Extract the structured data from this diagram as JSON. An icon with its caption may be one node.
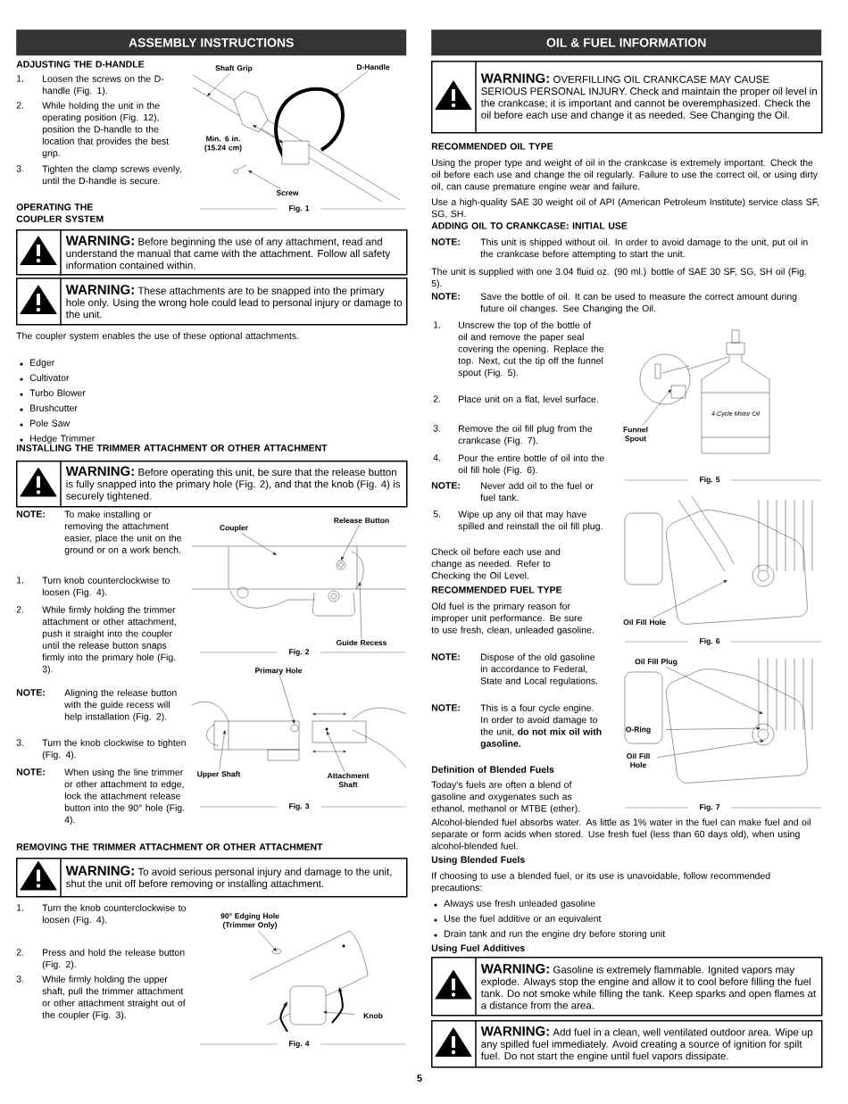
{
  "diagram": {
    "nodes": [
      {
        "text": [
          "ASSEMBLY INSTRUCTIONS"
        ]
      },
      {
        "text": [
          "Shaft Grip"
        ]
      },
      {
        "text": [
          "D-Handle"
        ]
      },
      {
        "text": [
          "Screw"
        ]
      },
      {
        "text": [
          "WARNING:",
          "Before beginning the use of any attachment, read and understand the manual that came with the attachment. Follow all safety information contained within."
        ]
      },
      {
        "text": [
          "WARNING:",
          "These attachments are to be snapped into the primary hole only. Using the wrong hole could lead to personal injury or damage to the unit."
        ]
      },
      {
        "text": [
          "WARNING:",
          "Before operating this unit, be sure that the release button is fully snapped into the primary hole (Fig. 2), and that the knob (Fig. 4) is securely tightened."
        ]
      },
      {
        "text": [
          "Coupler"
        ]
      },
      {
        "text": [
          "Release Button"
        ]
      },
      {
        "text": [
          "Guide Recess"
        ]
      },
      {
        "text": [
          "Primary Hole"
        ]
      },
      {
        "text": [
          "Upper Shaft"
        ]
      },
      {
        "text": [
          "Attachment Shaft"
        ]
      },
      {
        "text": [
          "WARNING:",
          "To avoid serious personal injury and damage to the unit, shut the unit off before removing or installing attachment."
        ]
      },
      {
        "text": [
          "90° Edging Hole (Trimmer Only)"
        ]
      },
      {
        "text": [
          "Knob"
        ]
      },
      {
        "text": [
          "OIL & FUEL INFORMATION"
        ]
      },
      {
        "text": [
          "WARNING:",
          "OVERFILLING OIL CRANKCASE MAY CAUSE SERIOUS PERSONAL INJURY. Check and maintain the proper oil level in the crankcase; it is important and cannot be overemphasized. Check the oil before each use and change it as needed. See Changing the Oil."
        ]
      },
      {
        "text": [
          "Funnel Spout"
        ]
      },
      {
        "text": [
          "Oil Fill Hole"
        ]
      },
      {
        "text": [
          "Oil Fill Plug"
        ]
      },
      {
        "text": [
          "O-Ring"
        ]
      },
      {
        "text": [
          "Oil Fill Hole"
        ]
      },
      {
        "text": [
          "WARNING:",
          "Gasoline is extremely flammable. Ignited vapors may explode. Always stop the engine and allow it to cool before filling the fuel tank. Do not smoke while filling the tank. Keep sparks and open flames at a distance from the area."
        ]
      },
      {
        "text": [
          "WARNING:",
          "Add fuel in a clean, well ventilated outdoor area. Wipe up any spilled fuel immediately. Avoid creating a source of ignition for spilt fuel. Do not start the engine until fuel vapors dissipate."
        ]
      }
    ],
    "edges": [
      {
        "from": 1,
        "to": null,
        "arrow": "to"
      },
      {
        "from": 2,
        "to": null,
        "arrow": "to"
      },
      {
        "from": 3,
        "to": null,
        "arrow": "to"
      },
      {
        "from": 7,
        "to": null,
        "arrow": "to"
      },
      {
        "from": 8,
        "to": null,
        "arrow": "to"
      },
      {
        "from": 9,
        "to": null,
        "arrow": "to"
      },
      {
        "from": 10,
        "to": null,
        "arrow": "to"
      },
      {
        "from": 11,
        "to": null,
        "arrow": "to"
      },
      {
        "from": 12,
        "to": null,
        "arrow": "to"
      },
      {
        "from": 14,
        "to": null,
        "arrow": "to"
      },
      {
        "from": 15,
        "to": null,
        "arrow": "to"
      },
      {
        "from": 18,
        "to": null,
        "arrow": "to"
      },
      {
        "from": 19,
        "to": null,
        "arrow": "to"
      },
      {
        "from": 20,
        "to": null,
        "arrow": "to"
      },
      {
        "from": 21,
        "to": null,
        "arrow": "to"
      },
      {
        "from": 22,
        "to": null,
        "arrow": "to"
      }
    ],
    "labels": [
      "ADJUSTING THE D-HANDLE",
      "1.",
      "Loosen the screws on the D-handle (Fig. 1).",
      "2.",
      "While holding the unit in the operating position (Fig. 12), position the D-handle to the location that provides the best grip.",
      "3.",
      "Tighten the clamp screws evenly, until the D-handle is secure.",
      "Min. 6 in. (15.24 cm)",
      "Fig. 1",
      "OPERATING THE COUPLER SYSTEM",
      "The coupler system enables the use of these optional attachments.",
      "Edger",
      "Cultivator",
      "Turbo Blower",
      "Brushcutter",
      "Pole Saw",
      "Hedge Trimmer",
      "INSTALLING THE TRIMMER ATTACHMENT OR OTHER ATTACHMENT",
      "NOTE:",
      "To make installing or removing the attachment easier, place the unit on the ground or on a work bench.",
      "1.",
      "Turn knob counterclockwise to loosen (Fig. 4).",
      "2.",
      "While firmly holding the trimmer attachment or other attachment, push it straight into the coupler until the release button snaps firmly into the primary hole (Fig. 3).",
      "Fig. 2",
      "NOTE:",
      "Aligning the release button with the guide recess will help installation (Fig. 2).",
      "3.",
      "Turn the knob clockwise to tighten (Fig. 4).",
      "NOTE:",
      "When using the line trimmer or other attachment to edge, lock the attachment release button into the 90° hole (Fig. 4).",
      "Fig. 3",
      "REMOVING THE TRIMMER ATTACHMENT OR OTHER ATTACHMENT",
      "1.",
      "Turn the knob counterclockwise to loosen (Fig. 4).",
      "2.",
      "Press and hold the release button (Fig. 2).",
      "3.",
      "While firmly holding the upper shaft, pull the trimmer attachment or other attachment straight out of the coupler (Fig. 3).",
      "Fig. 4",
      "RECOMMENDED OIL TYPE",
      "Using the proper type and weight of oil in the crankcase is extremely important. Check the oil before each use and change the oil regularly. Failure to use the correct oil, or using dirty oil, can cause premature engine wear and failure.",
      "Use a high-quality SAE 30 weight oil of API (American Petroleum Institute) service class SF, SG, SH.",
      "ADDING OIL TO CRANKCASE: INITIAL USE",
      "NOTE:",
      "This unit is shipped without oil. In order to avoid damage to the unit, put oil in the crankcase before attempting to start the unit.",
      "The unit is supplied with one 3.04 fluid oz. (90 ml.) bottle of SAE 30 SF, SG, SH oil (Fig. 5).",
      "NOTE:",
      "Save the bottle of oil. It can be used to measure the correct amount during future oil changes. See Changing the Oil.",
      "1.",
      "Unscrew the top of the bottle of oil and remove the paper seal covering the opening. Replace the top. Next, cut the tip off the funnel spout (Fig. 5).",
      "4-Cycle Motor Oil",
      "2.",
      "Place unit on a flat, level surface.",
      "3.",
      "Remove the oil fill plug from the crankcase (Fig. 7).",
      "4.",
      "Pour the entire bottle of oil into the oil fill hole (Fig. 6).",
      "Fig. 5",
      "NOTE:",
      "Never add oil to the fuel or fuel tank.",
      "5.",
      "Wipe up any oil that may have spilled and reinstall the oil fill plug.",
      "Check oil before each use and change as needed. Refer to Checking the Oil Level.",
      "RECOMMENDED FUEL TYPE",
      "Old fuel is the primary reason for improper unit performance. Be sure to use fresh, clean, unleaded gasoline.",
      "Fig. 6",
      "NOTE:",
      "Dispose of the old gasoline in accordance to Federal, State and Local regulations.",
      "NOTE:",
      "This is a four cycle engine. In order to avoid damage to the unit, **do not mix oil with gasoline.**",
      "Definition of Blended Fuels",
      "Today's fuels are often a blend of gasoline and oxygenates such as ethanol, methanol or MTBE (ether).",
      "Fig. 7",
      "Alcohol-blended fuel absorbs water. As little as 1% water in the fuel can make fuel and oil separate or form acids when stored. Use fresh fuel (less than 60 days old), when using alcohol-blended fuel.",
      "Using Blended Fuels",
      "If choosing to use a blended fuel, or its use is unavoidable, follow recommended precautions:",
      "Always use fresh unleaded gasoline",
      "Use the fuel additive or an equivalent",
      "Drain tank and run the engine dry before storing unit",
      "Using Fuel Additives",
      "5"
    ]
  }
}
